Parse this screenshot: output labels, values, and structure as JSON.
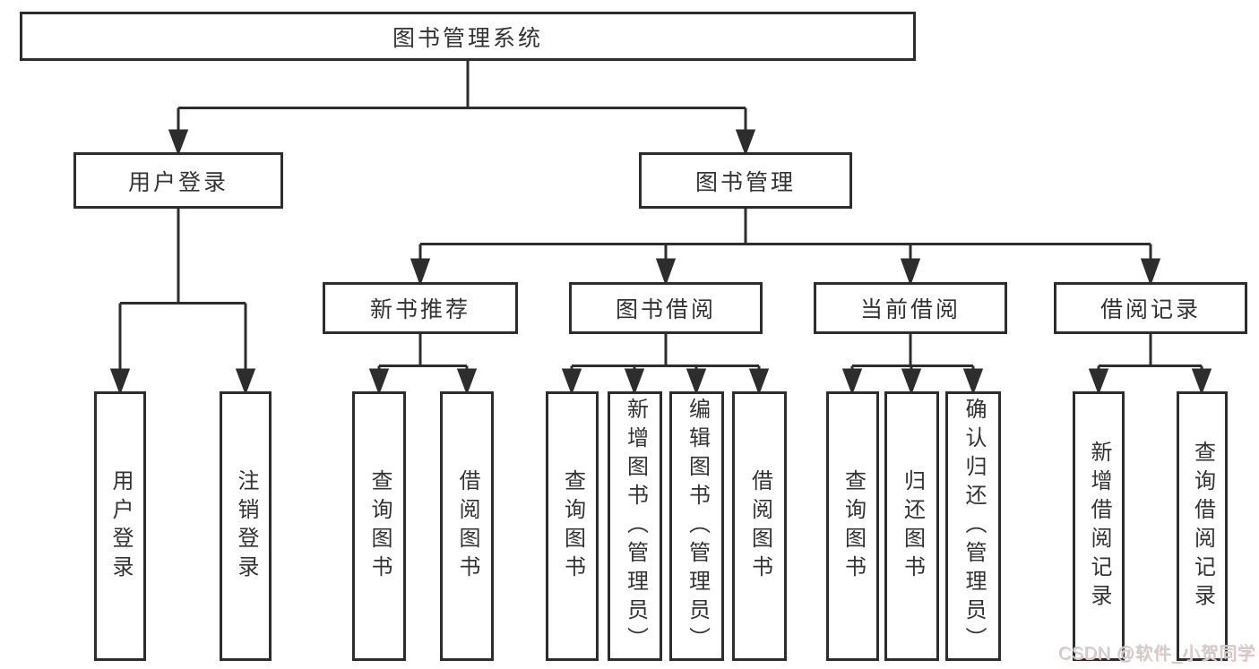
{
  "diagram": {
    "nodes": {
      "root": "图书管理系统",
      "user_login": "用户登录",
      "book_management": "图书管理",
      "new_book_recommend": "新书推荐",
      "book_borrow": "图书借阅",
      "current_borrow": "当前借阅",
      "borrow_records": "借阅记录",
      "user_login_children": [
        "用户登录",
        "注销登录"
      ],
      "new_book_children": [
        "查询图书",
        "借阅图书"
      ],
      "book_borrow_children": [
        "查询图书",
        "新增图书（管理员）",
        "编辑图书（管理员）",
        "借阅图书"
      ],
      "current_borrow_children": [
        "查询图书",
        "归还图书",
        "确认归还（管理员）"
      ],
      "borrow_records_children": [
        "新增借阅记录",
        "查询借阅记录"
      ]
    },
    "edge_style": "down-arrows"
  },
  "watermark": "CSDN @软件_小贺同学",
  "colors": {
    "line": "#2d2d2d",
    "box_border": "#2d2d2d",
    "text": "#333333",
    "background": "#ffffff",
    "watermark": "#cfcfcf"
  }
}
